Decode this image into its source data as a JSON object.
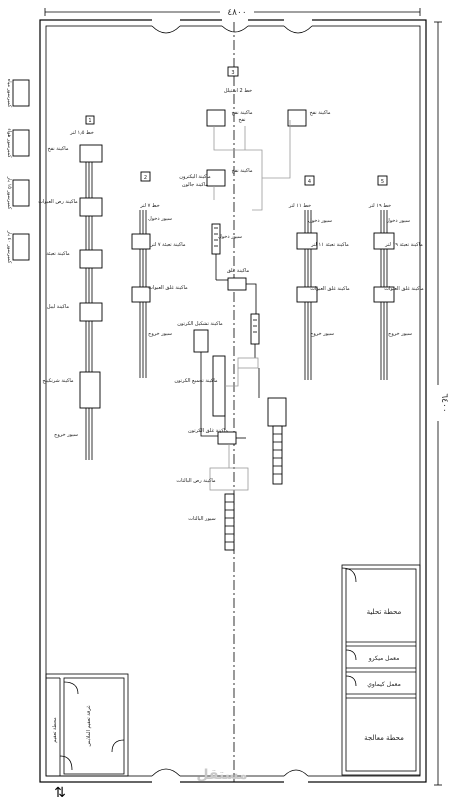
{
  "dimensions": {
    "width": "٤٨٠٠",
    "length": "٦٤٠٠"
  },
  "arrow_glyph": "⇅",
  "watermark": "مستقل",
  "compressors": [
    {
      "label": "كمبرسور مياه"
    },
    {
      "label": "كمبرسور هواء"
    },
    {
      "label": "كمبرسور ١٥ بار"
    },
    {
      "label": "كمبرسور ٤٠ بار"
    }
  ],
  "lines": {
    "l1": {
      "num": "1",
      "title": "خط ١٫٥ لتر",
      "machines": [
        "ماكينة نفخ",
        "ماكينة رص العبوات",
        "ماكينة تعبئة",
        "ماكينة ليبل",
        "ماكينة شرنكينج"
      ],
      "conveyor": "سيور خروج"
    },
    "l2": {
      "num": "2",
      "title": "خط ٧ لتر",
      "conveyor_in": "سيور دخول",
      "machines": [
        "ماكينة تعبئة ٧ لتر",
        "ماكينة غلق العبوات"
      ],
      "conveyor_out": "سيور خروج"
    },
    "l3": {
      "num": "3",
      "title": "خط 2 استيلل",
      "machines": [
        "ماكينة نفخ",
        "ماكينة نفخ",
        "ماكينة نفخ",
        "ماكينة غلق",
        "ماكينة تشكيل الكرتون",
        "ماكينة تجميع الكرتون",
        "ماكينة غلق الكرتون",
        "ماكينة رص البالتات"
      ],
      "labels": {
        "filling": "ماكينة اليكترون",
        "gallon": "ماكينة جالون",
        "blow": "نفخ",
        "conveyor_in": "سيور دخول",
        "pallets_conveyor": "سيور البالتات"
      }
    },
    "l4": {
      "num": "4",
      "title": "خط ١١ لتر",
      "conveyor_in": "سيور دخول",
      "machines": [
        "ماكينة تعبئة ١١ لتر",
        "ماكينة غلق العبوات"
      ],
      "conveyor_out": "سيور خروج"
    },
    "l5": {
      "num": "5",
      "title": "خط ١٩ لتر",
      "conveyor_in": "سيور دخول",
      "machines": [
        "ماكينة تعبئة ١٩ لتر",
        "ماكينة غلق العبوات"
      ],
      "conveyor_out": "سيور خروج"
    }
  },
  "rooms": {
    "desalination": "محطة تحلية",
    "micro_lab": "معمل ميكرو",
    "chem_lab": "معمل كيماوي",
    "treatment": "محطة معالجة",
    "sterile_room": "غرفة تعقيم الملابس",
    "sterile_station": "محطة تعقيم"
  }
}
